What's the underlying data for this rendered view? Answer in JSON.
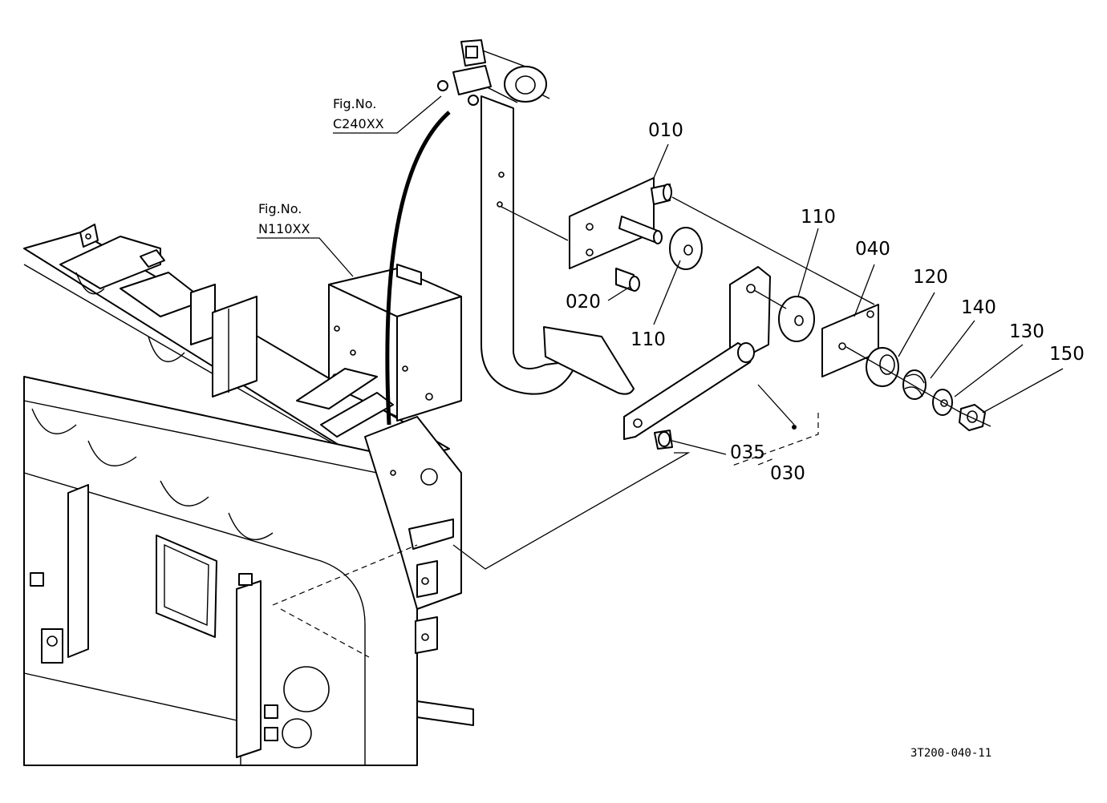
{
  "figure_refs": [
    {
      "line1": "Fig.No.",
      "line2": "C240XX"
    },
    {
      "line1": "Fig.No.",
      "line2": "N110XX"
    }
  ],
  "callouts": {
    "p010": "010",
    "p020": "020",
    "p110a": "110",
    "p110b": "110",
    "p040": "040",
    "p120": "120",
    "p140": "140",
    "p130": "130",
    "p150": "150",
    "p035": "035",
    "p030": "030"
  },
  "drawing_code": "3T200-040-11"
}
